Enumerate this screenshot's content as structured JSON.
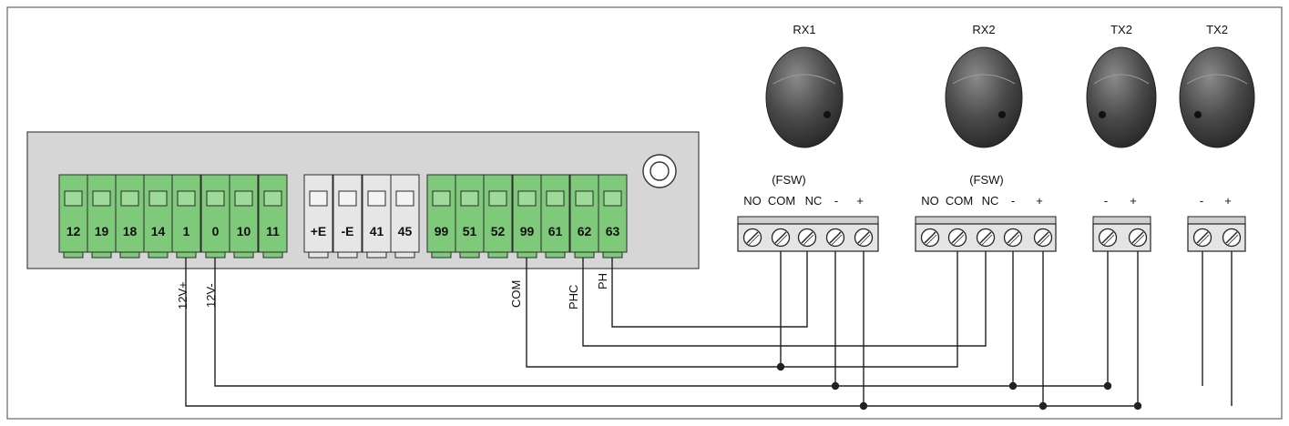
{
  "board": {
    "terminals": [
      "12",
      "19",
      "18",
      "14",
      "1",
      "0",
      "10",
      "11",
      "+E",
      "-E",
      "41",
      "45",
      "99",
      "51",
      "52",
      "99",
      "61",
      "62",
      "63"
    ],
    "terminal_colors": {
      "green": "#7fc97a",
      "gray": "#e6e6e6",
      "panel": "#d7d7d7"
    }
  },
  "wire_labels": {
    "v12_plus": "12V+",
    "v12_minus": "12V-",
    "com": "COM",
    "phc": "PHC",
    "ph": "PH"
  },
  "devices": [
    {
      "id": "rx1",
      "title": "RX1",
      "group": "(FSW)",
      "pins": [
        "NO",
        "COM",
        "NC",
        "-",
        "+"
      ]
    },
    {
      "id": "rx2",
      "title": "RX2",
      "group": "(FSW)",
      "pins": [
        "NO",
        "COM",
        "NC",
        "-",
        "+"
      ]
    },
    {
      "id": "tx2a",
      "title": "TX2",
      "group": "",
      "pins": [
        "-",
        "+"
      ]
    },
    {
      "id": "tx2b",
      "title": "TX2",
      "group": "",
      "pins": [
        "-",
        "+"
      ]
    }
  ],
  "colors": {
    "sensor": "#5a5a5a",
    "sensor_dark": "#2e2e2e",
    "wire": "#222222",
    "screw": "#e8e8e8"
  }
}
